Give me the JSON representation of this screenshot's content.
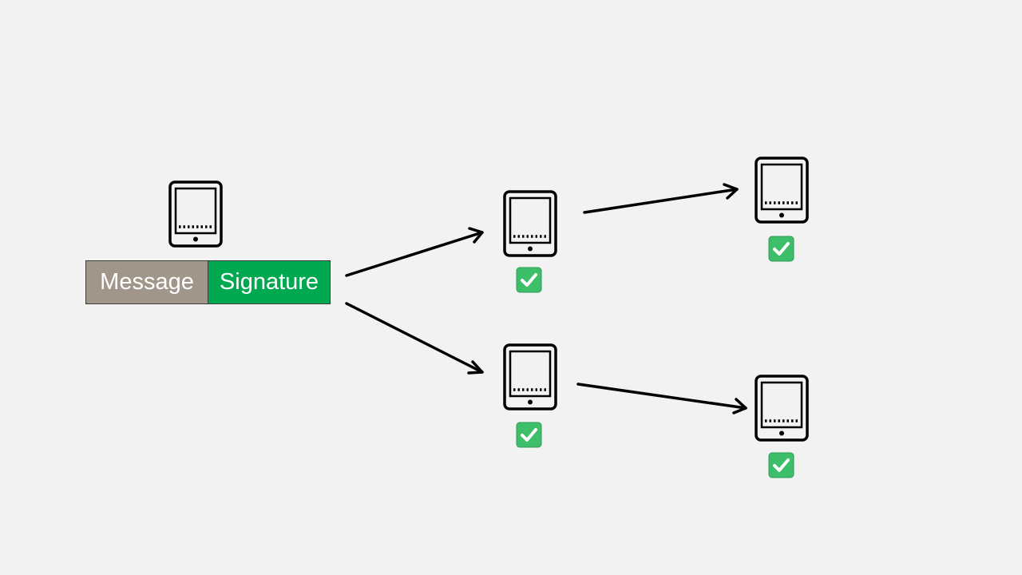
{
  "packet": {
    "message_label": "Message",
    "signature_label": "Signature",
    "message_color": "#a0968a",
    "signature_color": "#00a84f"
  },
  "colors": {
    "background": "#f2f2f2",
    "device_stroke": "#000000",
    "arrow": "#000000",
    "check_bg": "#3dbf6a",
    "check_mark": "#ffffff"
  },
  "nodes": [
    {
      "id": "sender",
      "icon": "tablet-icon",
      "verified": false
    },
    {
      "id": "relay-top",
      "icon": "tablet-icon",
      "verified": true
    },
    {
      "id": "relay-bottom",
      "icon": "tablet-icon",
      "verified": true
    },
    {
      "id": "receiver-top",
      "icon": "tablet-icon",
      "verified": true
    },
    {
      "id": "receiver-bottom",
      "icon": "tablet-icon",
      "verified": true
    }
  ],
  "edges": [
    {
      "from": "sender",
      "to": "relay-top"
    },
    {
      "from": "sender",
      "to": "relay-bottom"
    },
    {
      "from": "relay-top",
      "to": "receiver-top"
    },
    {
      "from": "relay-bottom",
      "to": "receiver-bottom"
    }
  ]
}
